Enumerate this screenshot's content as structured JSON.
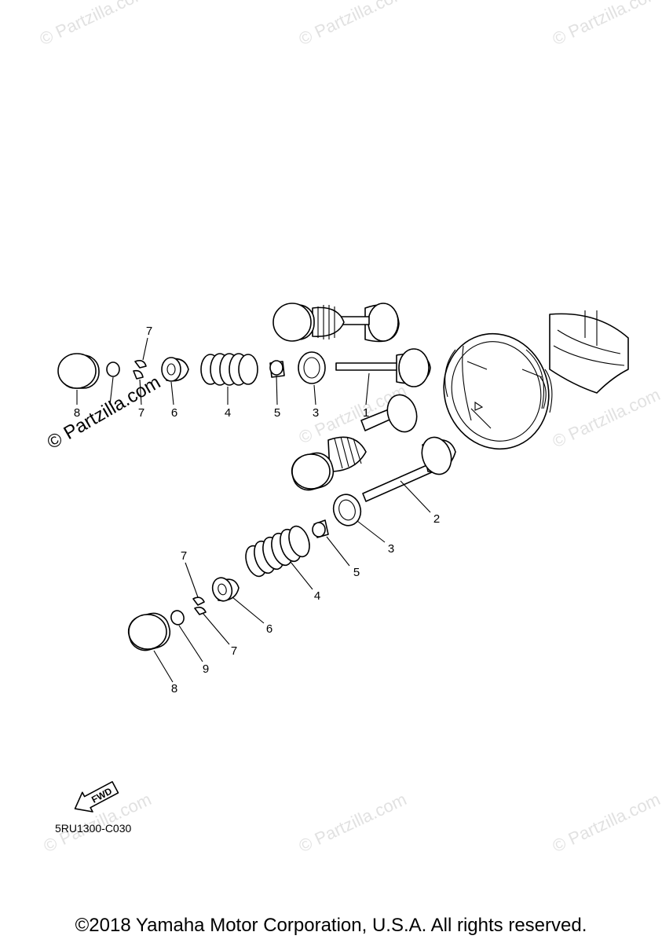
{
  "watermark": "© Partzilla.com",
  "callouts": {
    "c1": "1",
    "c2": "2",
    "c3a": "3",
    "c3b": "3",
    "c4a": "4",
    "c4b": "4",
    "c5a": "5",
    "c5b": "5",
    "c6a": "6",
    "c6b": "6",
    "c7a": "7",
    "c7b": "7",
    "c7c": "7",
    "c7d": "7",
    "c8a": "8",
    "c8b": "8",
    "c9a": "9"
  },
  "fwd_label": "FWD",
  "diagram_code": "5RU1300-C030",
  "copyright": "©2018 Yamaha Motor Corporation, U.S.A. All rights reserved."
}
